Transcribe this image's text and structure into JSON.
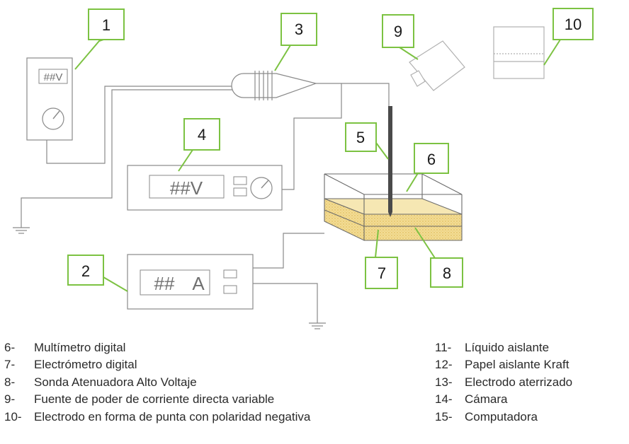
{
  "callouts": [
    {
      "label": "1"
    },
    {
      "label": "2"
    },
    {
      "label": "3"
    },
    {
      "label": "4"
    },
    {
      "label": "5"
    },
    {
      "label": "6"
    },
    {
      "label": "7"
    },
    {
      "label": "8"
    },
    {
      "label": "9"
    },
    {
      "label": "10"
    }
  ],
  "displays": {
    "multimeter": "##V",
    "power_source": "##V",
    "electrometer": "##",
    "electrometer_unit": "A"
  },
  "colors": {
    "callout_border": "#7cc242",
    "wire": "#8a8a8a",
    "liquid_fill": "#f3dc94",
    "electrode": "#4a4a4a"
  },
  "legend": {
    "left": [
      {
        "num": "6-",
        "text": "Multímetro digital"
      },
      {
        "num": "7-",
        "text": "Electrómetro digital"
      },
      {
        "num": "8-",
        "text": "Sonda Atenuadora Alto Voltaje"
      },
      {
        "num": "9-",
        "text": "Fuente de poder de corriente directa variable"
      },
      {
        "num": "10-",
        "text": "Electrodo en forma de punta con polaridad negativa"
      }
    ],
    "right": [
      {
        "num": "11-",
        "text": "Líquido aislante"
      },
      {
        "num": "12-",
        "text": "Papel aislante Kraft"
      },
      {
        "num": "13-",
        "text": "Electrodo aterrizado"
      },
      {
        "num": "14-",
        "text": "Cámara"
      },
      {
        "num": "15-",
        "text": "Computadora"
      }
    ]
  }
}
